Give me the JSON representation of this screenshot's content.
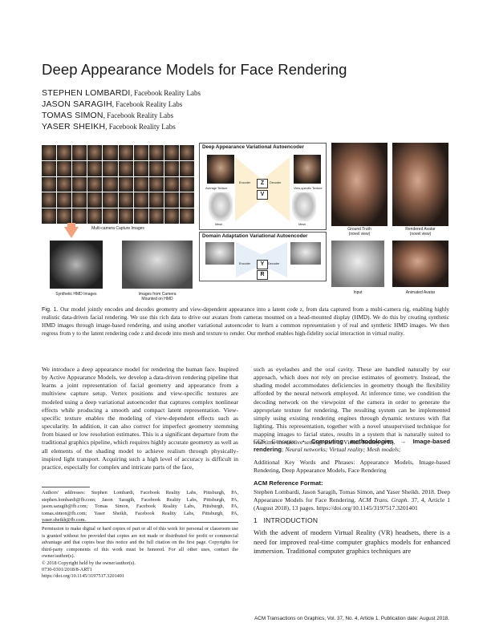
{
  "title": "Deep Appearance Models for Face Rendering",
  "authors": [
    {
      "name": "STEPHEN LOMBARDI",
      "affil": ", Facebook Reality Labs"
    },
    {
      "name": "JASON SARAGIH",
      "affil": ", Facebook Reality Labs"
    },
    {
      "name": "TOMAS SIMON",
      "affil": ", Facebook Reality Labs"
    },
    {
      "name": "YASER SHEIKH",
      "affil": ", Facebook Reality Labs"
    }
  ],
  "figure": {
    "multicam_label": "Multi-camera Capture Images",
    "synthetic_label": "Synthetic HMD Images",
    "camera_label_1": "Images from Camera",
    "camera_label_2": "Mounted on HMD",
    "dav_title": "Deep Appearance Variational Autoencoder",
    "dav_avg_texture": "Average Texture",
    "dav_view_texture": "View-specific Texture",
    "dav_encoder": "Encoder",
    "dav_decoder": "Decoder",
    "dav_mesh_left": "Mesh",
    "dav_mesh_right": "Mesh",
    "z_label": "Z",
    "v_label": "V",
    "dav2_title": "Domain Adaptation Variational Autoencoder",
    "dav2_encoder": "Encoder",
    "dav2_decoder": "Decoder",
    "y_label": "Y",
    "r_label": "R",
    "gt_label_1": "Ground Truth",
    "gt_label_2": "(novel view)",
    "ra_label_1": "Rendered Avatar",
    "ra_label_2": "(novel view)",
    "input_label": "Input",
    "animated_label": "Animated Avatar"
  },
  "caption": {
    "label": "Fig. 1.",
    "text": " Our model jointly encodes and decodes geometry and view-dependent appearance into a latent code z, from data captured from a multi-camera rig, enabling highly realistic data-driven facial rendering. We use this rich data to drive our avatars from cameras mounted on a head-mounted display (HMD). We do this by creating synthetic HMD images through image-based rendering, and using another variational autoencoder to learn a common representation y of real and synthetic HMD images. We then regress from y to the latent rendering code z and decode into mesh and texture to render. Our method enables high-fidelity social interaction in virtual reality."
  },
  "abstract": "We introduce a deep appearance model for rendering the human face. Inspired by Active Appearance Models, we develop a data-driven rendering pipeline that learns a joint representation of facial geometry and appearance from a multiview capture setup. Vertex positions and view-specific textures are modeled using a deep variational autoencoder that captures complex nonlinear effects while producing a smooth and compact latent representation. View-specific texture enables the modeling of view-dependent effects such as specularity. In addition, it can also correct for imperfect geometry stemming from biased or low resolution estimates. This is a significant departure from the traditional graphics pipeline, which requires highly accurate geometry as well as all elements of the shading model to achieve realism through physically-inspired light transport. Acquiring such a high level of accuracy is difficult in practice, especially for complex and intricate parts of the face,",
  "addresses": "Authors' addresses: Stephen Lombardi, Facebook Reality Labs, Pittsburgh, PA, stephen.lombardi@fb.com; Jason Saragih, Facebook Reality Labs, Pittsburgh, PA, jason.saragih@fb.com; Tomas Simon, Facebook Reality Labs, Pittsburgh, PA, tomas.simon@fb.com; Yaser Sheikh, Facebook Reality Labs, Pittsburgh, PA, yaser.sheikh@fb.com.",
  "permission": "Permission to make digital or hard copies of part or all of this work for personal or classroom use is granted without fee provided that copies are not made or distributed for profit or commercial advantage and that copies bear this notice and the full citation on the first page. Copyrights for third-party components of this work must be honored. For all other uses, contact the owner/author(s).",
  "copyright_1": "© 2018 Copyright held by the owner/author(s).",
  "copyright_2": "0730-0301/2018/8-ART1",
  "copyright_3": "https://doi.org/10.1145/3197517.3201401",
  "right_para": "such as eyelashes and the oral cavity. These are handled naturally by our approach, which does not rely on precise estimates of geometry. Instead, the shading model accommodates deficiencies in geometry though the flexibility afforded by the neural network employed. At inference time, we condition the decoding network on the viewpoint of the camera in order to generate the appropriate texture for rendering. The resulting system can be implemented simply using existing rendering engines through dynamic textures with flat lighting. This representation, together with a novel unsupervised technique for mapping images to facial states, results in a system that is naturally suited to real-time interactive settings such as Virtual Reality (VR).",
  "ccs_label": "CCS Concepts: •",
  "ccs_bold": " Computing methodologies → Image-based rendering",
  "ccs_rest": "; Neural networks; Virtual reality; Mesh models;",
  "keywords": "Additional Key Words and Phrases: Appearance Models, Image-based Rendering, Deep Appearance Models, Face Rendering",
  "ref_head": "ACM Reference Format:",
  "ref_text_1": "Stephen Lombardi, Jason Saragih, Tomas Simon, and Yaser Sheikh. 2018. Deep Appearance Models for Face Rendering. ",
  "ref_journal": "ACM Trans. Graph.",
  "ref_text_2": " 37, 4, Article 1 (August 2018), 13 pages. https://doi.org/10.1145/3197517.3201401",
  "section_num": "1",
  "section_title": "INTRODUCTION",
  "intro": "With the advent of modern Virtual Reality (VR) headsets, there is a need for improved real-time computer graphics models for enhanced immersion. Traditional computer graphics techniques are",
  "footer": "ACM Transactions on Graphics, Vol. 37, No. 4, Article 1. Publication date: August 2018."
}
